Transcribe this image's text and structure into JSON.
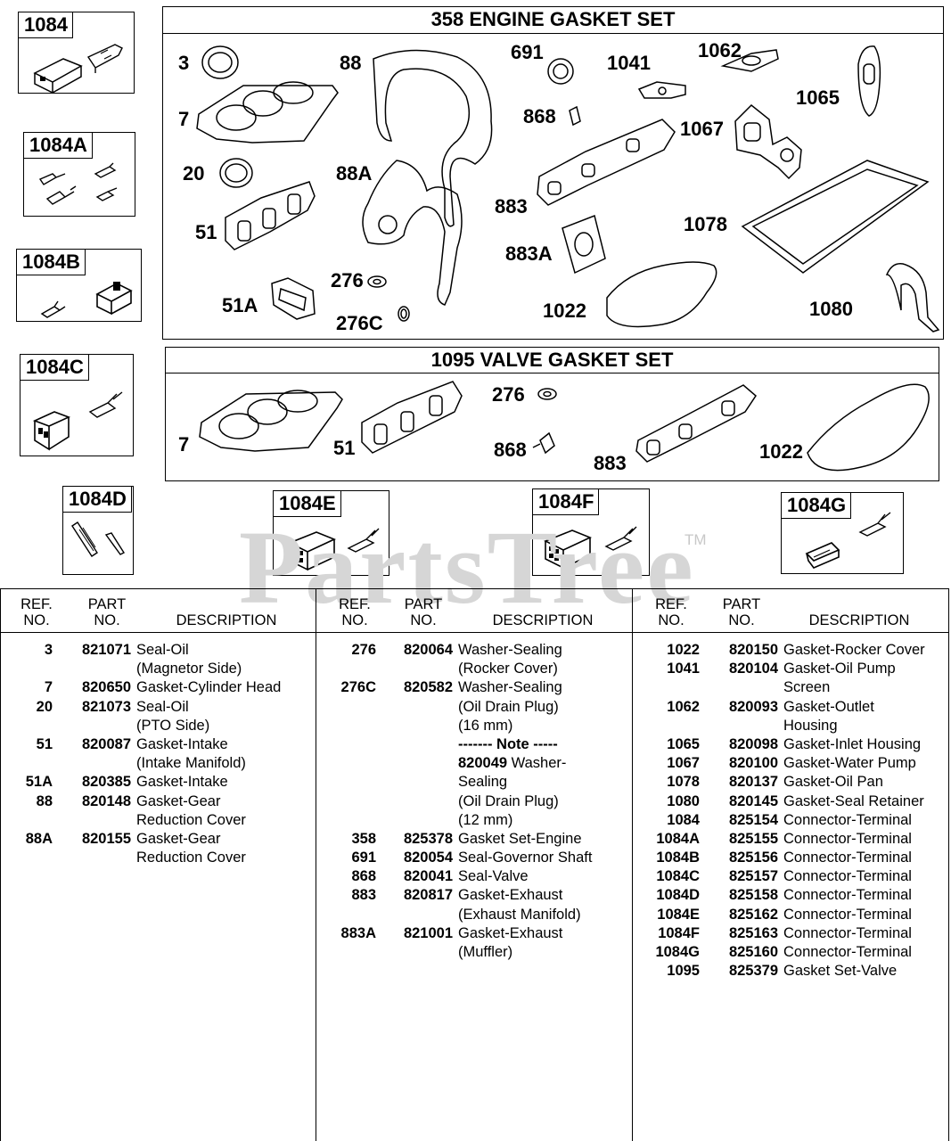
{
  "engine_set": {
    "title": "358 ENGINE GASKET SET",
    "labels": [
      "3",
      "7",
      "20",
      "51",
      "51A",
      "88",
      "88A",
      "276",
      "276C",
      "691",
      "868",
      "883",
      "883A",
      "1022",
      "1041",
      "1062",
      "1065",
      "1067",
      "1078",
      "1080"
    ]
  },
  "valve_set": {
    "title": "1095 VALVE GASKET SET",
    "labels": [
      "7",
      "51",
      "276",
      "868",
      "883",
      "1022"
    ]
  },
  "connectors": [
    "1084",
    "1084A",
    "1084B",
    "1084C",
    "1084D",
    "1084E",
    "1084F",
    "1084G"
  ],
  "watermark": "PartsTree",
  "watermark_tm": "TM",
  "table": {
    "headers": {
      "ref": "REF.\nNO.",
      "part": "PART\nNO.",
      "desc": "DESCRIPTION"
    },
    "columns": [
      [
        {
          "ref": "3",
          "part": "821071",
          "desc": "Seal-Oil"
        },
        {
          "ref": "",
          "part": "",
          "desc": "(Magnetor Side)"
        },
        {
          "ref": "7",
          "part": "820650",
          "desc": "Gasket-Cylinder Head"
        },
        {
          "ref": "20",
          "part": "821073",
          "desc": "Seal-Oil"
        },
        {
          "ref": "",
          "part": "",
          "desc": "(PTO Side)"
        },
        {
          "ref": "51",
          "part": "820087",
          "desc": "Gasket-Intake"
        },
        {
          "ref": "",
          "part": "",
          "desc": "(Intake Manifold)"
        },
        {
          "ref": "51A",
          "part": "820385",
          "desc": "Gasket-Intake"
        },
        {
          "ref": "88",
          "part": "820148",
          "desc": "Gasket-Gear"
        },
        {
          "ref": "",
          "part": "",
          "desc": "Reduction Cover"
        },
        {
          "ref": "88A",
          "part": "820155",
          "desc": "Gasket-Gear"
        },
        {
          "ref": "",
          "part": "",
          "desc": "Reduction Cover"
        }
      ],
      [
        {
          "ref": "276",
          "part": "820064",
          "desc": "Washer-Sealing"
        },
        {
          "ref": "",
          "part": "",
          "desc": "(Rocker Cover)"
        },
        {
          "ref": "276C",
          "part": "820582",
          "desc": "Washer-Sealing"
        },
        {
          "ref": "",
          "part": "",
          "desc": "(Oil Drain Plug)"
        },
        {
          "ref": "",
          "part": "",
          "desc": "(16 mm)"
        },
        {
          "ref": "",
          "part": "",
          "desc": "------- Note -----",
          "bold": true
        },
        {
          "ref": "",
          "part": "",
          "desc": "820049 Washer-",
          "boldpart": "820049"
        },
        {
          "ref": "",
          "part": "",
          "desc": "Sealing"
        },
        {
          "ref": "",
          "part": "",
          "desc": "(Oil Drain Plug)"
        },
        {
          "ref": "",
          "part": "",
          "desc": "(12 mm)"
        },
        {
          "ref": "358",
          "part": "825378",
          "desc": "Gasket Set-Engine"
        },
        {
          "ref": "691",
          "part": "820054",
          "desc": "Seal-Governor Shaft"
        },
        {
          "ref": "868",
          "part": "820041",
          "desc": "Seal-Valve"
        },
        {
          "ref": "883",
          "part": "820817",
          "desc": "Gasket-Exhaust"
        },
        {
          "ref": "",
          "part": "",
          "desc": "(Exhaust Manifold)"
        },
        {
          "ref": "883A",
          "part": "821001",
          "desc": "Gasket-Exhaust"
        },
        {
          "ref": "",
          "part": "",
          "desc": "(Muffler)"
        }
      ],
      [
        {
          "ref": "1022",
          "part": "820150",
          "desc": "Gasket-Rocker Cover"
        },
        {
          "ref": "1041",
          "part": "820104",
          "desc": "Gasket-Oil Pump"
        },
        {
          "ref": "",
          "part": "",
          "desc": "Screen"
        },
        {
          "ref": "1062",
          "part": "820093",
          "desc": "Gasket-Outlet"
        },
        {
          "ref": "",
          "part": "",
          "desc": "Housing"
        },
        {
          "ref": "1065",
          "part": "820098",
          "desc": "Gasket-Inlet Housing"
        },
        {
          "ref": "1067",
          "part": "820100",
          "desc": "Gasket-Water Pump"
        },
        {
          "ref": "1078",
          "part": "820137",
          "desc": "Gasket-Oil Pan"
        },
        {
          "ref": "1080",
          "part": "820145",
          "desc": "Gasket-Seal Retainer"
        },
        {
          "ref": "1084",
          "part": "825154",
          "desc": "Connector-Terminal"
        },
        {
          "ref": "1084A",
          "part": "825155",
          "desc": "Connector-Terminal"
        },
        {
          "ref": "1084B",
          "part": "825156",
          "desc": "Connector-Terminal"
        },
        {
          "ref": "1084C",
          "part": "825157",
          "desc": "Connector-Terminal"
        },
        {
          "ref": "1084D",
          "part": "825158",
          "desc": "Connector-Terminal"
        },
        {
          "ref": "1084E",
          "part": "825162",
          "desc": "Connector-Terminal"
        },
        {
          "ref": "1084F",
          "part": "825163",
          "desc": "Connector-Terminal"
        },
        {
          "ref": "1084G",
          "part": "825160",
          "desc": "Connector-Terminal"
        },
        {
          "ref": "1095",
          "part": "825379",
          "desc": "Gasket Set-Valve"
        }
      ]
    ]
  }
}
